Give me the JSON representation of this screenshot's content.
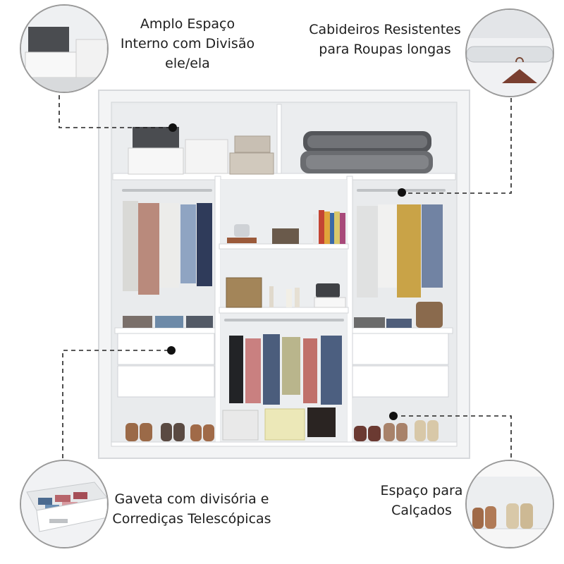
{
  "callouts": {
    "top_left": {
      "lines": [
        "Amplo Espaço",
        "Interno com Divisão",
        "ele/ela"
      ],
      "icon": "storage-boxes-icon"
    },
    "top_right": {
      "lines": [
        "Cabideiros Resistentes",
        "para Roupas longas"
      ],
      "icon": "hanger-rod-icon"
    },
    "bottom_left": {
      "lines": [
        "Gaveta com divisória e",
        "Corrediças Telescópicas"
      ],
      "icon": "drawer-divider-icon"
    },
    "bottom_right": {
      "lines": [
        "Espaço para",
        "Calçados"
      ],
      "icon": "shoes-icon"
    }
  },
  "colors": {
    "cabinet": "#f3f4f5",
    "cabinet_edge": "#d7d9dc",
    "shelf": "#ffffff",
    "leader": "#222222"
  }
}
